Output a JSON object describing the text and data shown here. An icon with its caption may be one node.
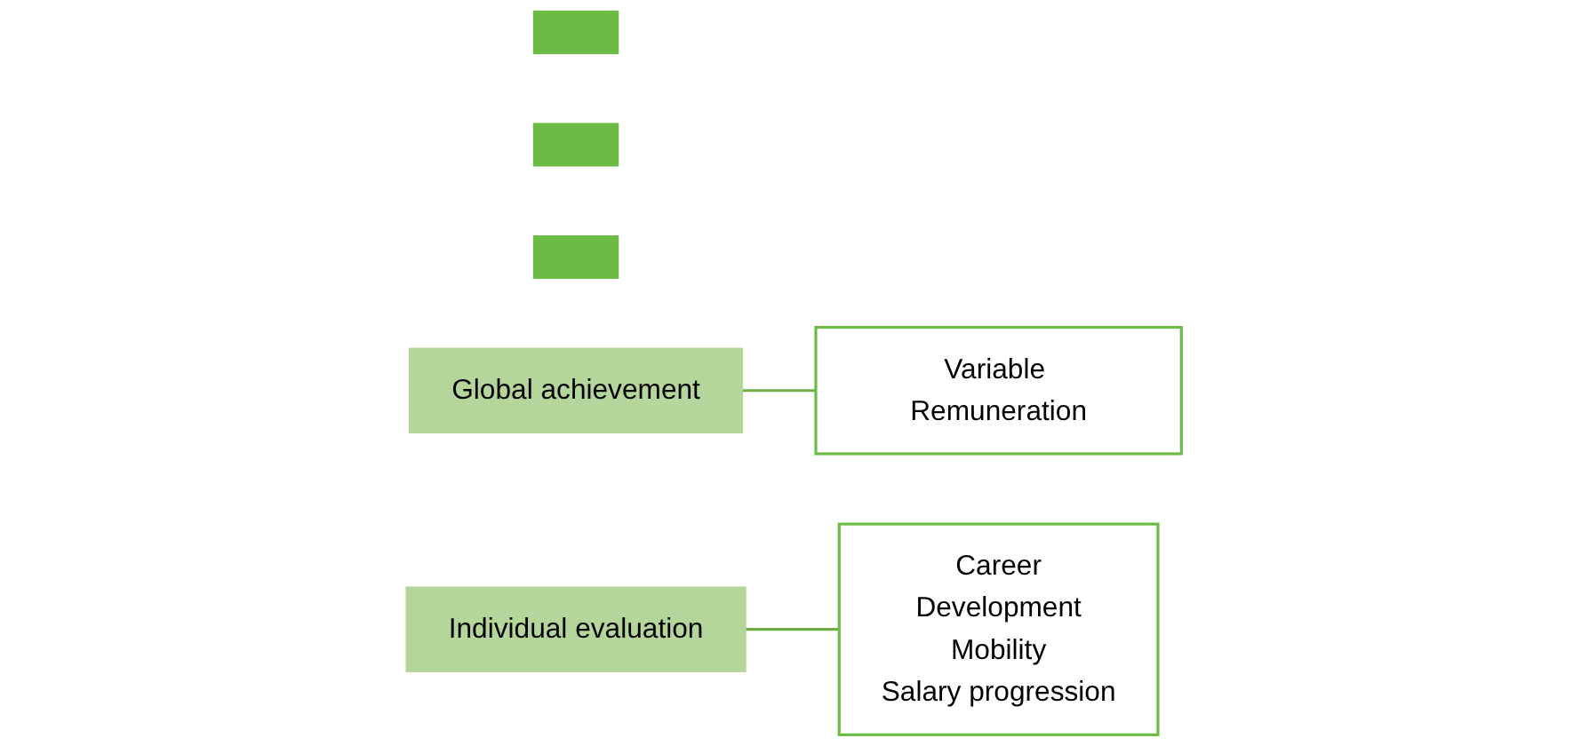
{
  "diagram": {
    "nodes": [
      {
        "text": [],
        "shape": "bar"
      },
      {
        "text": [],
        "shape": "bar"
      },
      {
        "text": [],
        "shape": "bar"
      },
      {
        "text": [
          "Global achievement"
        ]
      },
      {
        "text": [
          "Individual evaluation"
        ]
      },
      {
        "text": [
          "Variable Remuneration"
        ]
      },
      {
        "text": [
          "Career",
          "Development",
          "Mobility",
          "Salary progression"
        ]
      }
    ],
    "edges": [
      {
        "from": 3,
        "to": 5,
        "arrow": "none"
      },
      {
        "from": 4,
        "to": 6,
        "arrow": "none"
      }
    ]
  }
}
